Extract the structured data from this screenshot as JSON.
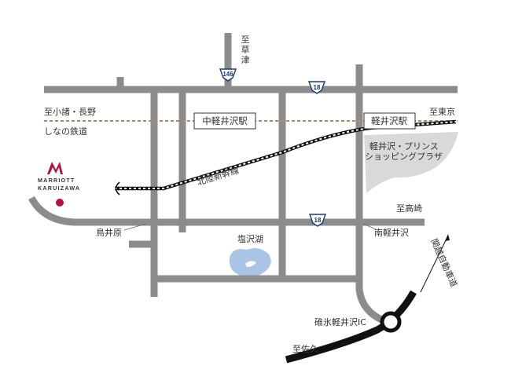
{
  "routes": {
    "r146": "146",
    "r18_top": "18",
    "r18_mid": "18"
  },
  "places": {
    "to_kusatsu": [
      "至",
      "草",
      "津"
    ],
    "to_komoro": "至小諸・長野",
    "shinano_railway": "しなの鉄道",
    "to_tokyo": "至東京",
    "to_takasaki": "至高崎",
    "to_saku": "至佐久",
    "naka_karuizawa_station": "中軽井沢駅",
    "karuizawa_station": "軽井沢駅",
    "prince_shopping_1": "軽井沢・プリンス",
    "prince_shopping_2": "ショッピングプラザ",
    "hokuriku_shinkansen": "北陸新幹線",
    "toriihara": "鳥井原",
    "minami_karuizawa": "南軽井沢",
    "shiozawa_lake": "塩沢湖",
    "usui_karuizawa_ic": "碓氷軽井沢IC",
    "kanetsu_expressway": "関越自動車道"
  },
  "hotel": {
    "line1": "MARRIOTT",
    "line2": "KARUIZAWA"
  },
  "colors": {
    "road": "#8c8c8c",
    "expressway": "#111111",
    "railway_shinano": "#b08a6a",
    "shopping_area": "#d9d9d9",
    "lake": "#a9c4e4",
    "marriott": "#b0123a"
  }
}
